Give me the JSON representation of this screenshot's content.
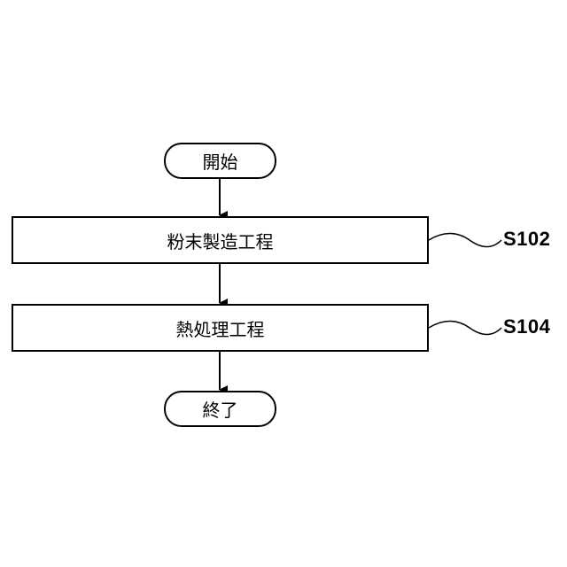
{
  "flowchart": {
    "start_label": "開始",
    "steps": [
      {
        "label": "粉末製造工程",
        "id": "S102"
      },
      {
        "label": "熱処理工程",
        "id": "S104"
      }
    ],
    "end_label": "終了"
  }
}
